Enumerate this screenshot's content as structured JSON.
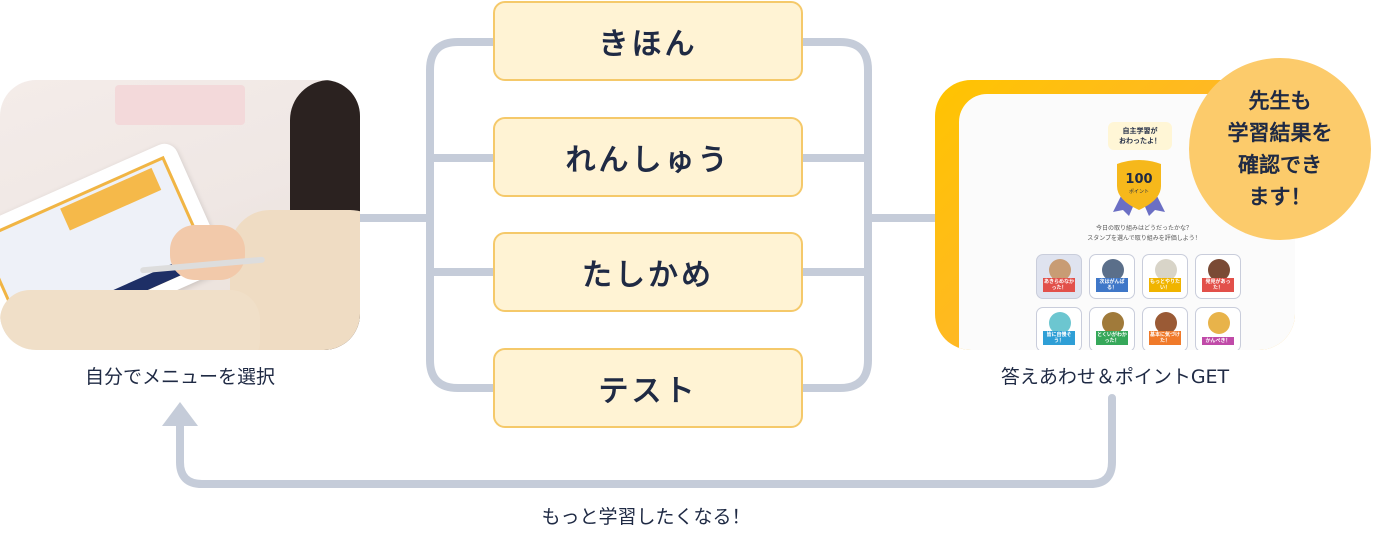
{
  "steps": [
    "きほん",
    "れんしゅう",
    "たしかめ",
    "テスト"
  ],
  "left": {
    "caption": "自分でメニューを選択"
  },
  "right": {
    "caption": "答えあわせ＆ポイントGET",
    "bubble_line1": "自主学習が",
    "bubble_line2": "おわったよ！",
    "points": "100",
    "points_unit": "ポイント",
    "question_line1": "今日の取り組みはどうだったかな？",
    "question_line2": "スタンプを選んで取り組みを評価しよう！",
    "stamps": [
      {
        "label": "あきらめなかった！",
        "color": "#e2504a"
      },
      {
        "label": "次はがんばる！",
        "color": "#3f77c8"
      },
      {
        "label": "もっとやりたい！",
        "color": "#f0b400"
      },
      {
        "label": "発見があった！",
        "color": "#e2504a"
      },
      {
        "label": "皆に自慢そう！",
        "color": "#2f9fd6"
      },
      {
        "label": "とくいがわかった！",
        "color": "#36a85a"
      },
      {
        "label": "基本に気づけた！",
        "color": "#f07a2a"
      },
      {
        "label": "かんぺき！",
        "color": "#c04aa8"
      }
    ]
  },
  "teacher_note": [
    "先生も",
    "学習結果を",
    "確認でき",
    "ます！"
  ],
  "loop_caption": "もっと学習したくなる！",
  "colors": {
    "line": "#c5ccd9",
    "step_fill": "#fff3d4",
    "step_border": "#f5c96a",
    "circle": "#fccb6b"
  }
}
